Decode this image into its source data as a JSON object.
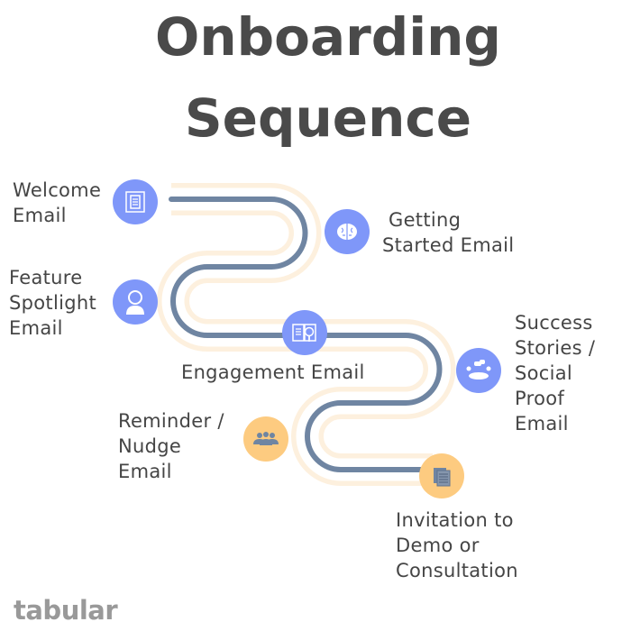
{
  "title": {
    "line1": "Onboarding",
    "line2": "Sequence"
  },
  "steps": [
    {
      "label1": "Welcome",
      "label2": "Email",
      "icon": "document-icon",
      "color": "#7f97f9"
    },
    {
      "label1": "Getting",
      "label2": "Started Email",
      "icon": "brain-icon",
      "color": "#7f97f9"
    },
    {
      "label1": "Feature",
      "label2": "Spotlight",
      "label3": "Email",
      "icon": "person-icon",
      "color": "#7f97f9"
    },
    {
      "label1": "Engagement Email",
      "icon": "book-magnifier-icon",
      "color": "#7f97f9"
    },
    {
      "label1": "Success",
      "label2": "Stories /",
      "label3": "Social",
      "label4": "Proof",
      "label5": "Email",
      "icon": "meeting-icon",
      "color": "#7f97f9"
    },
    {
      "label1": "Reminder /",
      "label2": "Nudge",
      "label3": "Email",
      "icon": "group-icon",
      "color": "#fdcb80"
    },
    {
      "label1": "Invitation to",
      "label2": "Demo or",
      "label3": "Consultation",
      "icon": "papers-icon",
      "color": "#fdcb80"
    }
  ],
  "logo": "tabular"
}
